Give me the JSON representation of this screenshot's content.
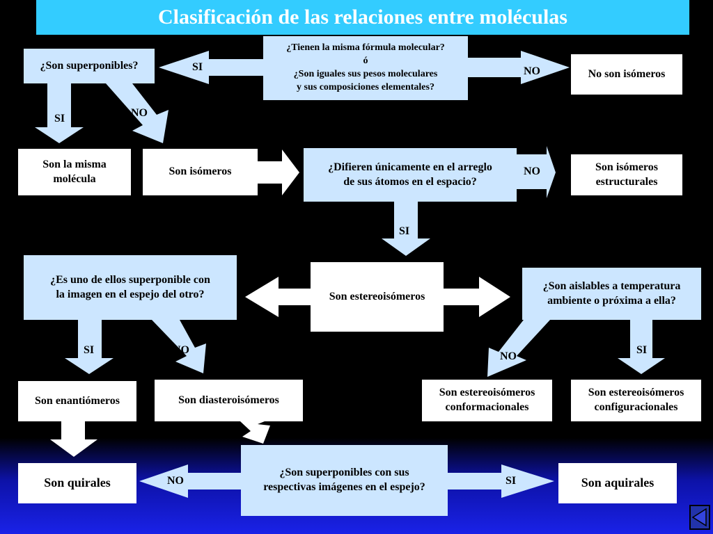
{
  "title": "Clasificación de las relaciones entre moléculas",
  "boxes": {
    "q_formula": "¿Tienen la misma fórmula molecular?\nó\n¿Son iguales sus pesos moleculares\ny sus composiciones elementales?",
    "q_superponibles": "¿Son superponibles?",
    "no_isomeros": "No son isómeros",
    "misma_molecula": "Son la misma\nmolécula",
    "isomeros": "Son isómeros",
    "q_difieren": "¿Difieren únicamente en el arreglo\nde sus átomos en el espacio?",
    "isomeros_estructurales": "Son isómeros\nestructurales",
    "q_imagen_espejo": "¿Es uno de ellos superponible con\nla imagen en el espejo del otro?",
    "estereoisomeros": "Son estereoisómeros",
    "q_aislables": "¿Son aislables a temperatura\nambiente o próxima a ella?",
    "enantiomeros": "Son enantiómeros",
    "diasteroisomeros": "Son diasteroisómeros",
    "conformacionales": "Son estereoisómeros\nconformacionales",
    "configuracionales": "Son estereoisómeros\nconfiguracionales",
    "quirales": "Son quirales",
    "q_superponibles_espejo": "¿Son superponibles con sus\nrespectivas imágenes en el espejo?",
    "aquirales": "Son aquirales"
  },
  "labels": {
    "si_1": "SI",
    "no_1": "NO",
    "si_2": "SI",
    "no_2": "NO",
    "no_3": "NO",
    "si_3": "SI",
    "si_4": "SI",
    "no_4": "NO",
    "no_5": "NO",
    "si_5": "SI",
    "no_6": "NO",
    "si_6": "SI"
  },
  "colors": {
    "title_bg": "#33ccff",
    "question_box": "#cce6ff",
    "answer_box": "#ffffff",
    "arrow": "#cce6ff",
    "arrow_white": "#ffffff"
  },
  "nav": {
    "prev_icon": "triangle-left-icon"
  }
}
